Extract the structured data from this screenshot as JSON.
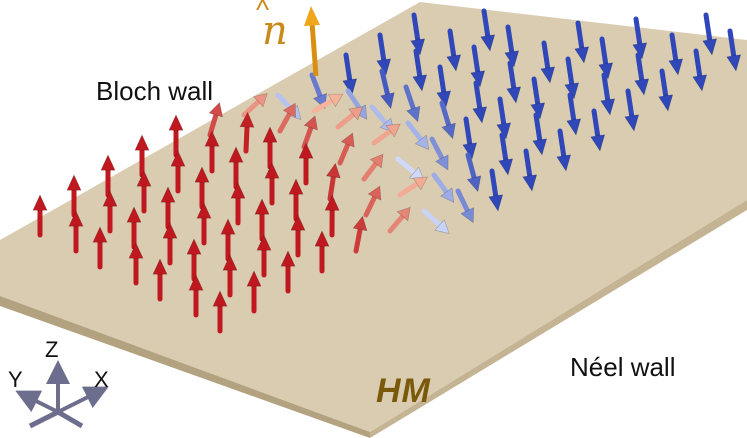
{
  "labels": {
    "bloch_wall": "Bloch wall",
    "neel_wall": "Néel wall",
    "material": "HM",
    "normal_symbol": "n",
    "normal_hat": "^"
  },
  "axes": {
    "z": "Z",
    "y": "Y",
    "x": "X"
  },
  "colors": {
    "slab_top": "#d9ccb0",
    "slab_side": "#c4b493",
    "spin_up": "#c0181f",
    "spin_in_plane": "#ffffff",
    "spin_down": "#2f47b8",
    "normal_arrow": "#d98f12",
    "axis_arrow": "#6d6d8e"
  }
}
